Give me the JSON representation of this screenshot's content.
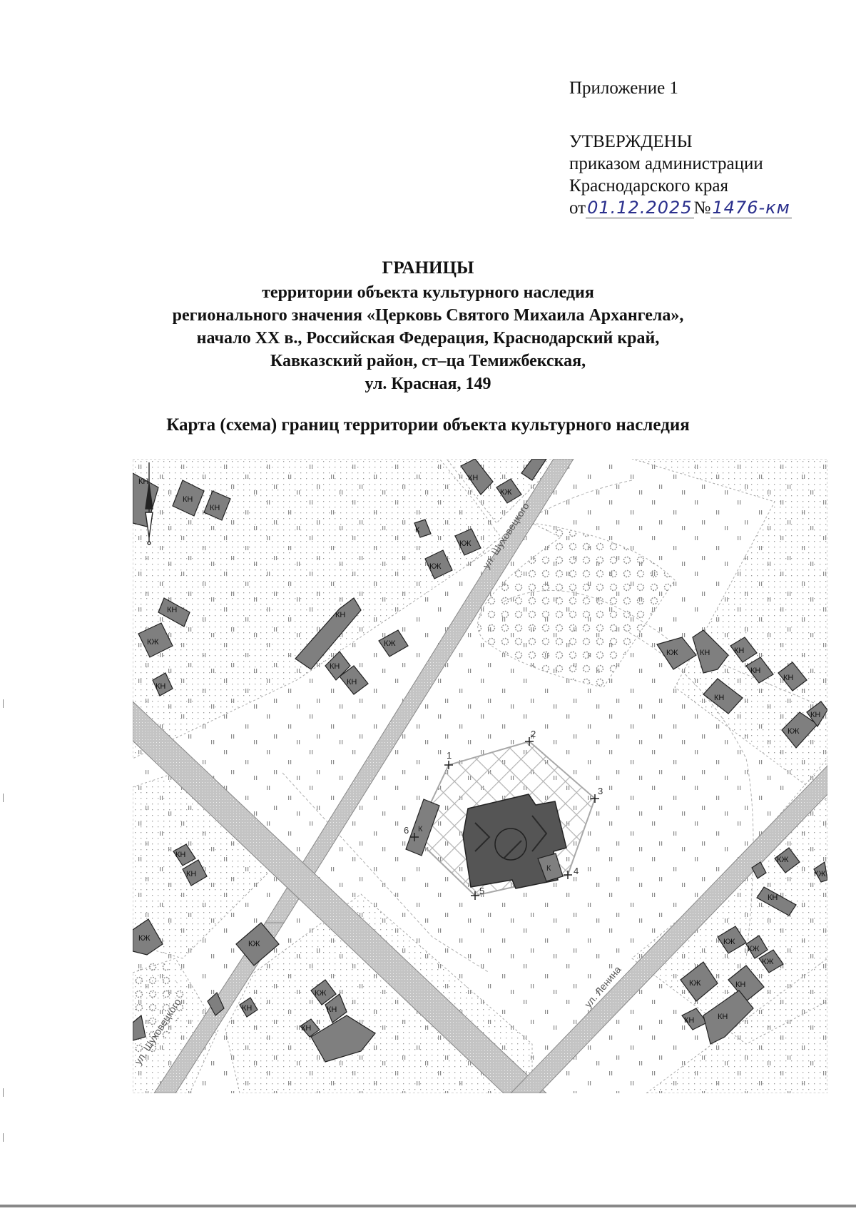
{
  "approval": {
    "appendix": "Приложение 1",
    "approved": "УТВЕРЖДЕНЫ",
    "by_order": "приказом администрации",
    "authority": "Краснодарского края",
    "date_prefix": "от",
    "date_value": "01.12.2025",
    "number_prefix": "№",
    "number_value": "1476-км"
  },
  "title": {
    "main": "ГРАНИЦЫ",
    "line1": "территории объекта культурного наследия",
    "line2": "регионального значения «Церковь Святого Михаила Архангела»,",
    "line3": "начало XX в., Российская Федерация, Краснодарский край,",
    "line4": "Кавказский район, ст–ца Темижбекская,",
    "line5": "ул. Красная, 149"
  },
  "map": {
    "caption": "Карта (схема) границ территории объекта культурного наследия",
    "streets": {
      "north": "ул. Шуховецкого",
      "south_east": "ул. Ленина",
      "south_west": "ул. Шуховецкого"
    },
    "boundary_points": [
      "1",
      "2",
      "3",
      "4",
      "5",
      "6"
    ],
    "building_labels": {
      "residential_stone": "КЖ",
      "nonresidential_stone": "КН",
      "stone": "К"
    },
    "north_arrow_icon": "north-arrow-icon",
    "colors": {
      "building_fill": "#7f7f7f",
      "road_fill": "#c8c8c8",
      "boundary_line": "#a8a8a8",
      "hatch": "#b4b4b4",
      "church_fill": "#555555"
    }
  }
}
